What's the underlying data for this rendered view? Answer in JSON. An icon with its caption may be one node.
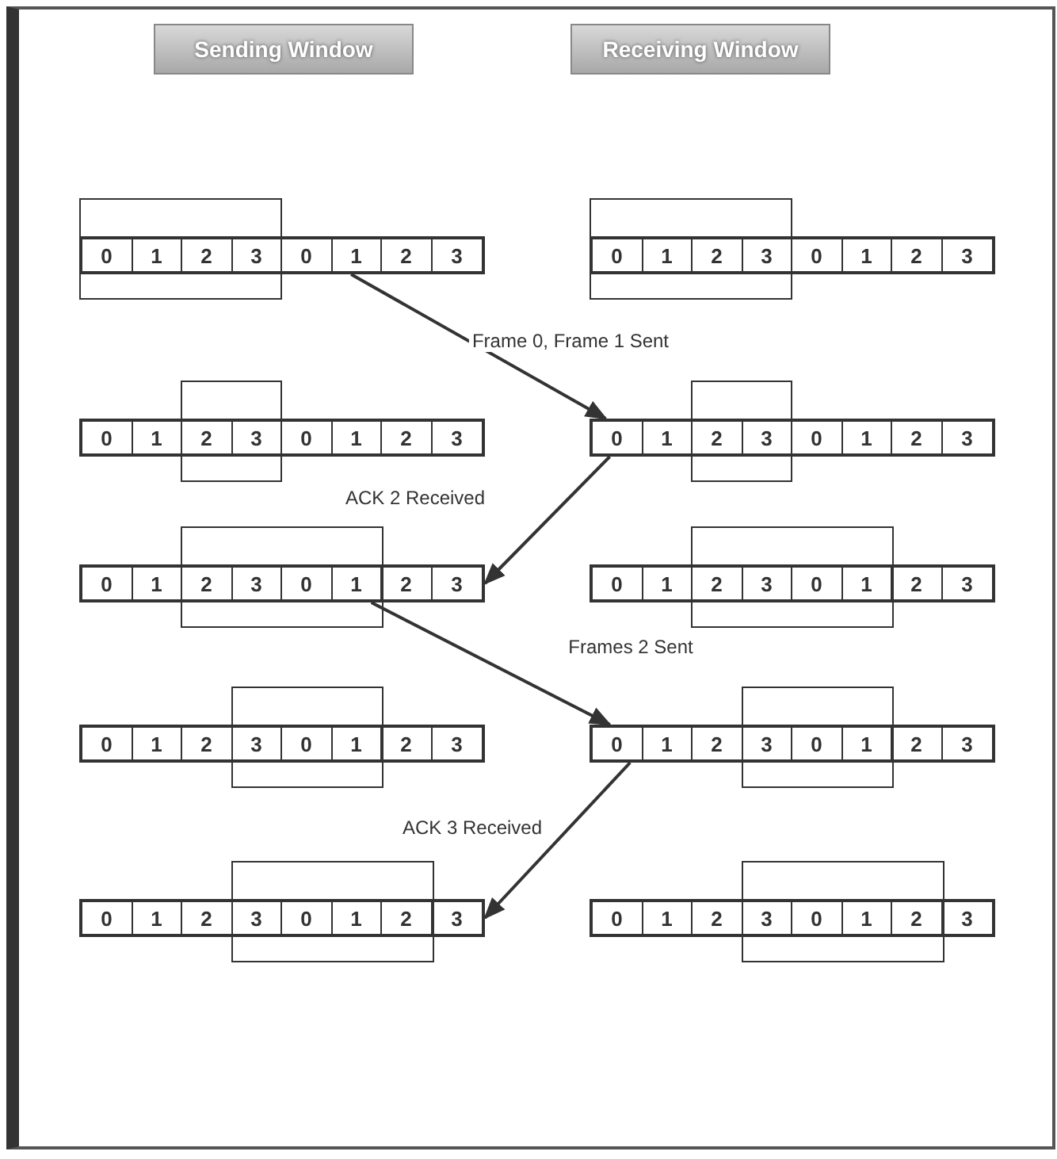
{
  "diagram": {
    "nodes": [
      {
        "text": [
          "Sending Window"
        ]
      },
      {
        "text": [
          "Receiving Window"
        ]
      },
      {
        "text": [],
        "shape": "bar"
      },
      {
        "text": [
          "0"
        ]
      },
      {
        "text": [
          "1"
        ]
      },
      {
        "text": [
          "2"
        ]
      },
      {
        "text": [
          "3"
        ]
      },
      {
        "text": [
          "0"
        ],
        "in": 2
      },
      {
        "text": [
          "1"
        ],
        "in": 2
      },
      {
        "text": [
          "2"
        ],
        "in": 2
      },
      {
        "text": [
          "3"
        ],
        "in": 2
      },
      {
        "text": [],
        "shape": "box"
      },
      {
        "text": [],
        "shape": "bar"
      },
      {
        "text": [
          "0"
        ]
      },
      {
        "text": [
          "1"
        ]
      },
      {
        "text": [
          "2"
        ]
      },
      {
        "text": [
          "3"
        ]
      },
      {
        "text": [
          "0"
        ],
        "in": 12
      },
      {
        "text": [
          "1"
        ],
        "in": 12
      },
      {
        "text": [
          "2"
        ],
        "in": 12
      },
      {
        "text": [
          "3"
        ],
        "in": 12
      },
      {
        "text": [],
        "shape": "box"
      },
      {
        "text": [],
        "shape": "bar"
      },
      {
        "text": [
          "0"
        ],
        "in": 22
      },
      {
        "text": [
          "1"
        ],
        "in": 22
      },
      {
        "text": [
          "2"
        ]
      },
      {
        "text": [
          "3"
        ]
      },
      {
        "text": [
          "0"
        ],
        "in": 22
      },
      {
        "text": [
          "1"
        ],
        "in": 22
      },
      {
        "text": [
          "2"
        ],
        "in": 22
      },
      {
        "text": [
          "3"
        ],
        "in": 22
      },
      {
        "text": [],
        "shape": "box"
      },
      {
        "text": [],
        "shape": "bar"
      },
      {
        "text": [
          "0"
        ],
        "in": 32
      },
      {
        "text": [
          "1"
        ],
        "in": 32
      },
      {
        "text": [
          "2"
        ]
      },
      {
        "text": [
          "3"
        ]
      },
      {
        "text": [
          "0"
        ],
        "in": 32
      },
      {
        "text": [
          "1"
        ],
        "in": 32
      },
      {
        "text": [
          "2"
        ],
        "in": 32
      },
      {
        "text": [
          "3"
        ],
        "in": 32
      },
      {
        "text": [],
        "shape": "box"
      },
      {
        "text": [],
        "shape": "bar"
      },
      {
        "text": [
          "0"
        ],
        "in": 42
      },
      {
        "text": [
          "1"
        ],
        "in": 42
      },
      {
        "text": [
          "2"
        ]
      },
      {
        "text": [
          "3"
        ]
      },
      {
        "text": [
          "0"
        ]
      },
      {
        "text": [
          "1"
        ]
      },
      {
        "text": [
          "2"
        ],
        "in": 42
      },
      {
        "text": [
          "3"
        ],
        "in": 42
      },
      {
        "text": [],
        "shape": "box"
      },
      {
        "text": [],
        "shape": "bar"
      },
      {
        "text": [
          "0"
        ],
        "in": 52
      },
      {
        "text": [
          "1"
        ],
        "in": 52
      },
      {
        "text": [
          "2"
        ]
      },
      {
        "text": [
          "3"
        ]
      },
      {
        "text": [
          "0"
        ]
      },
      {
        "text": [
          "1"
        ]
      },
      {
        "text": [
          "2"
        ],
        "in": 52
      },
      {
        "text": [
          "3"
        ],
        "in": 52
      },
      {
        "text": [],
        "shape": "box"
      },
      {
        "text": [],
        "shape": "bar"
      },
      {
        "text": [
          "0"
        ],
        "in": 62
      },
      {
        "text": [
          "1"
        ],
        "in": 62
      },
      {
        "text": [
          "2"
        ],
        "in": 62
      },
      {
        "text": [
          "3"
        ]
      },
      {
        "text": [
          "0"
        ]
      },
      {
        "text": [
          "1"
        ]
      },
      {
        "text": [
          "2"
        ],
        "in": 62
      },
      {
        "text": [
          "3"
        ],
        "in": 62
      },
      {
        "text": [],
        "shape": "box"
      },
      {
        "text": [],
        "shape": "bar"
      },
      {
        "text": [
          "0"
        ],
        "in": 72
      },
      {
        "text": [
          "1"
        ],
        "in": 72
      },
      {
        "text": [
          "2"
        ],
        "in": 72
      },
      {
        "text": [
          "3"
        ]
      },
      {
        "text": [
          "0"
        ]
      },
      {
        "text": [
          "1"
        ]
      },
      {
        "text": [
          "2"
        ],
        "in": 72
      },
      {
        "text": [
          "3"
        ],
        "in": 72
      },
      {
        "text": [],
        "shape": "box"
      },
      {
        "text": [],
        "shape": "bar"
      },
      {
        "text": [
          "0"
        ],
        "in": 82
      },
      {
        "text": [
          "1"
        ],
        "in": 82
      },
      {
        "text": [
          "2"
        ],
        "in": 82
      },
      {
        "text": [
          "3"
        ]
      },
      {
        "text": [
          "0"
        ]
      },
      {
        "text": [
          "1"
        ]
      },
      {
        "text": [
          "2"
        ]
      },
      {
        "text": [
          "3"
        ],
        "in": 82
      },
      {
        "text": [],
        "shape": "box"
      },
      {
        "text": [],
        "shape": "bar"
      },
      {
        "text": [
          "0"
        ],
        "in": 92
      },
      {
        "text": [
          "1"
        ],
        "in": 92
      },
      {
        "text": [
          "2"
        ],
        "in": 92
      },
      {
        "text": [
          "3"
        ]
      },
      {
        "text": [
          "0"
        ]
      },
      {
        "text": [
          "1"
        ]
      },
      {
        "text": [
          "2"
        ]
      },
      {
        "text": [
          "3"
        ],
        "in": 92
      },
      {
        "text": [],
        "shape": "box"
      }
    ],
    "edges": [
      {
        "from": 2,
        "to": 32,
        "arrow": "to",
        "label": "Frame 0, Frame 1 Sent"
      },
      {
        "from": 32,
        "to": 42,
        "arrow": "to",
        "label": "ACK 2 Received"
      },
      {
        "from": 42,
        "to": 72,
        "arrow": "to",
        "label": "Frames 2 Sent"
      },
      {
        "from": 72,
        "to": 82,
        "arrow": "to",
        "label": "ACK 3 Received"
      }
    ]
  }
}
